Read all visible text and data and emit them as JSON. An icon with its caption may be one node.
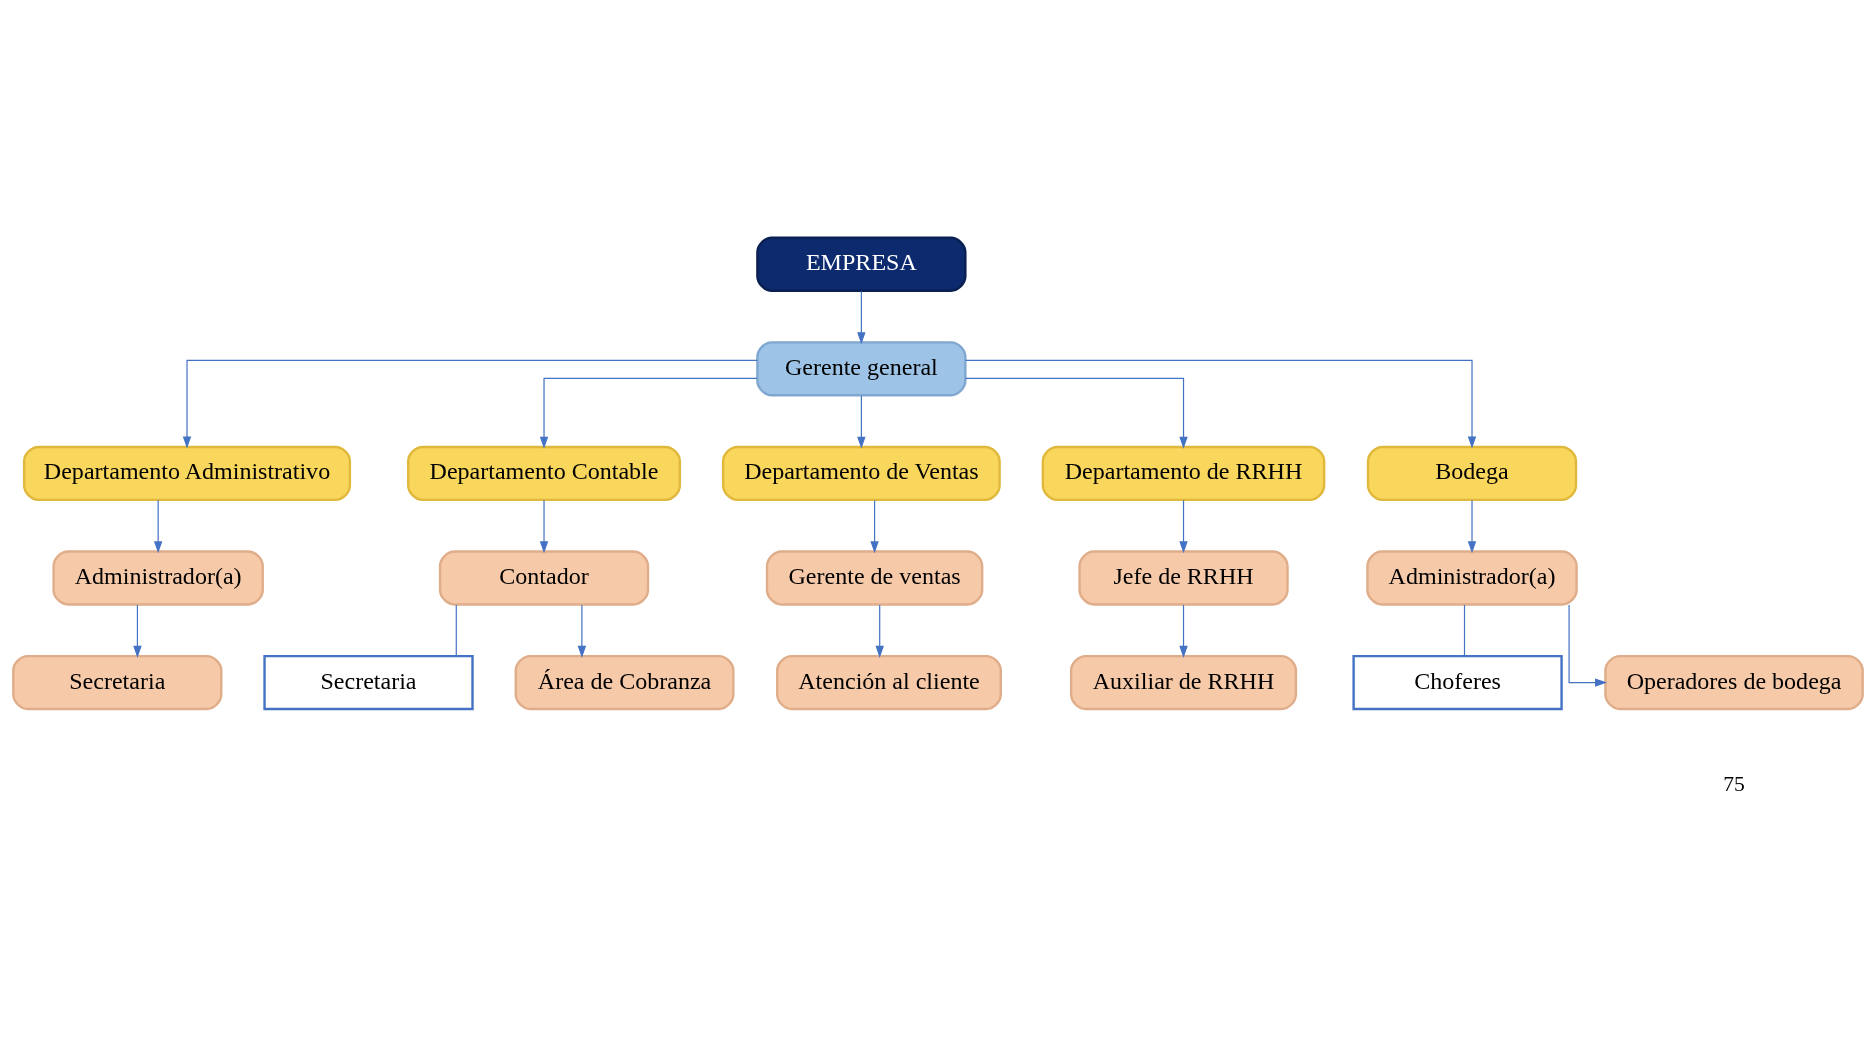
{
  "diagram": {
    "nodes": [
      {
        "text": [
          "EMPRESA"
        ]
      },
      {
        "text": [
          "Gerente general"
        ]
      },
      {
        "text": [
          "Departamento Administrativo"
        ]
      },
      {
        "text": [
          "Departamento Contable"
        ]
      },
      {
        "text": [
          "Departamento de Ventas"
        ]
      },
      {
        "text": [
          "Departamento de RRHH"
        ]
      },
      {
        "text": [
          "Bodega"
        ]
      },
      {
        "text": [
          "Administrador(a)"
        ]
      },
      {
        "text": [
          "Contador"
        ]
      },
      {
        "text": [
          "Gerente de ventas"
        ]
      },
      {
        "text": [
          "Jefe de RRHH"
        ]
      },
      {
        "text": [
          "Administrador(a)"
        ]
      },
      {
        "text": [
          "Secretaria"
        ]
      },
      {
        "text": [
          "Secretaria"
        ]
      },
      {
        "text": [
          "Área de Cobranza"
        ]
      },
      {
        "text": [
          "Atención al cliente"
        ]
      },
      {
        "text": [
          "Auxiliar de RRHH"
        ]
      },
      {
        "text": [
          "Choferes"
        ]
      },
      {
        "text": [
          "Operadores de bodega"
        ]
      }
    ],
    "edges": [
      {
        "from": 0,
        "to": 1,
        "arrow": "to"
      },
      {
        "from": 1,
        "to": 2,
        "arrow": "to"
      },
      {
        "from": 1,
        "to": 3,
        "arrow": "to"
      },
      {
        "from": 1,
        "to": 4,
        "arrow": "to"
      },
      {
        "from": 1,
        "to": 5,
        "arrow": "to"
      },
      {
        "from": 1,
        "to": 6,
        "arrow": "to"
      },
      {
        "from": 2,
        "to": 7,
        "arrow": "to"
      },
      {
        "from": 3,
        "to": 8,
        "arrow": "to"
      },
      {
        "from": 4,
        "to": 9,
        "arrow": "to"
      },
      {
        "from": 5,
        "to": 10,
        "arrow": "to"
      },
      {
        "from": 6,
        "to": 11,
        "arrow": "to"
      },
      {
        "from": 7,
        "to": 12,
        "arrow": "to"
      },
      {
        "from": 8,
        "to": 13,
        "arrow": "none"
      },
      {
        "from": 8,
        "to": 14,
        "arrow": "to"
      },
      {
        "from": 9,
        "to": 15,
        "arrow": "to"
      },
      {
        "from": 10,
        "to": 16,
        "arrow": "to"
      },
      {
        "from": 11,
        "to": 17,
        "arrow": "none"
      },
      {
        "from": 11,
        "to": 18,
        "arrow": "to"
      }
    ],
    "labels": [
      "75"
    ]
  }
}
